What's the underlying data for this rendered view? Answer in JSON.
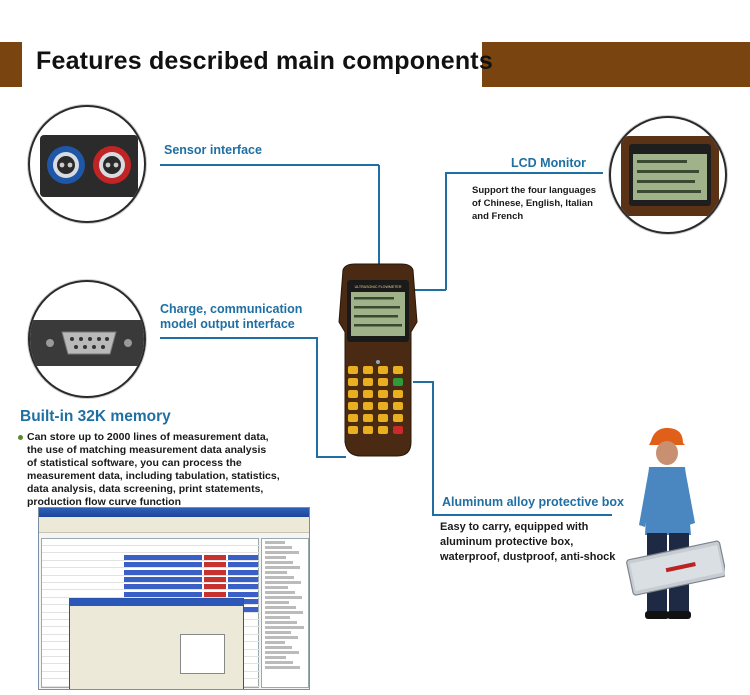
{
  "header": {
    "title": "Features described main components"
  },
  "sensor": {
    "label": "Sensor interface"
  },
  "lcd": {
    "label": "LCD Monitor",
    "desc": [
      "Support the four languages",
      "of Chinese, English, Italian",
      "and French"
    ]
  },
  "charge": {
    "label": [
      "Charge, communication",
      "model output interface"
    ]
  },
  "memory": {
    "title": "Built-in 32K memory",
    "desc": [
      "Can store up to 2000 lines of measurement data,",
      "the use of matching measurement data analysis",
      "of statistical software, you can process the",
      "measurement data, including tabulation, statistics,",
      "data analysis, data screening, print statements,",
      "production flow curve function"
    ]
  },
  "aluminum": {
    "label": "Aluminum alloy protective box",
    "desc": [
      "Easy to carry, equipped with",
      "aluminum protective box,",
      "waterproof, dustproof, anti-shock"
    ]
  },
  "device": {
    "brand": "ULTRASONIC FLOWMETER"
  },
  "colors": {
    "brand_brown": "#7a4410",
    "accent_blue": "#1f6fa3"
  },
  "icons": [
    "sensor-connector-icon",
    "db9-port-icon",
    "lcd-screen-icon",
    "flowmeter-device-icon",
    "worker-figure-icon",
    "software-window-icon"
  ]
}
